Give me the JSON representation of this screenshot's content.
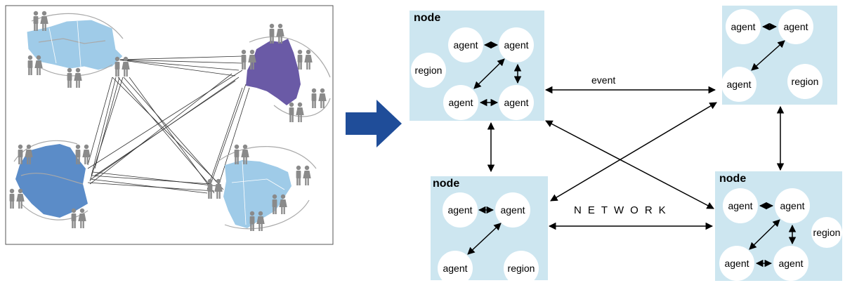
{
  "diagram": {
    "node_title": "node",
    "agent_label": "agent",
    "region_label": "region",
    "event_label": "event",
    "network_label": "NETWORK"
  },
  "colors": {
    "node_fill": "#cde6f0",
    "arrow": "#1f4d99",
    "map_light": "#9fcbe8",
    "map_purple": "#6a5aa6",
    "map_medium": "#5b8cc8"
  }
}
